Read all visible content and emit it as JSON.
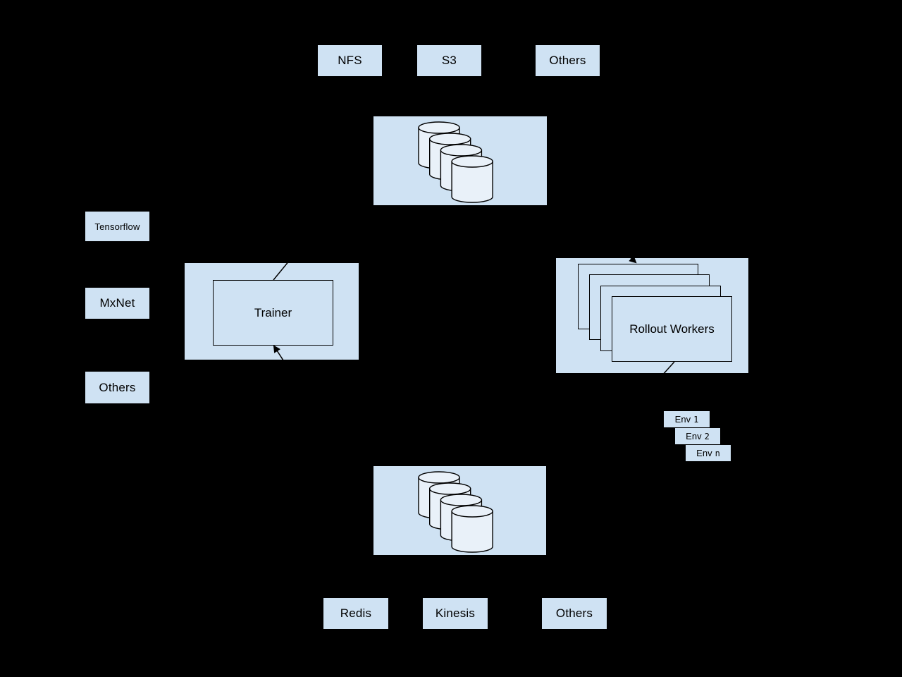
{
  "colors": {
    "background": "#000000",
    "node_fill": "#cfe2f3",
    "cylinder_fill": "#e9f1f9",
    "line_stroke": "#000000",
    "text": "#000000"
  },
  "storage_top": {
    "sources": [
      {
        "label": "NFS"
      },
      {
        "label": "S3"
      },
      {
        "label": "Others"
      }
    ],
    "cylinder_count": 4
  },
  "frameworks": [
    {
      "label": "Tensorflow"
    },
    {
      "label": "MxNet"
    },
    {
      "label": "Others"
    }
  ],
  "trainer": {
    "label": "Trainer"
  },
  "rollout_workers": {
    "label": "Rollout Workers",
    "stack_count": 4
  },
  "environments": [
    {
      "prefix": "Env",
      "num": "1"
    },
    {
      "prefix": "Env",
      "num": "2"
    },
    {
      "prefix": "Env",
      "num": "n"
    }
  ],
  "storage_bottom": {
    "sinks": [
      {
        "label": "Redis"
      },
      {
        "label": "Kinesis"
      },
      {
        "label": "Others"
      }
    ],
    "cylinder_count": 4
  }
}
